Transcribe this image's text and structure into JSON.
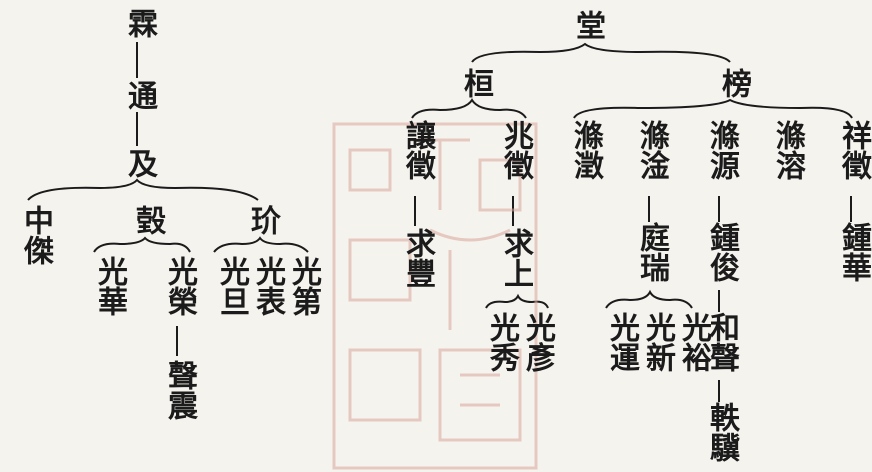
{
  "tree_left": {
    "top": "霖",
    "second": "通",
    "third": "及",
    "children": [
      "中傑",
      "㲄",
      "玠"
    ],
    "gu_children": [
      "光華",
      "光榮"
    ],
    "gu_grand": "聲震",
    "jie_children": [
      "光旦",
      "光表",
      "光第"
    ]
  },
  "tree_right": {
    "root": "堂",
    "heng": "桓",
    "bang": "榜",
    "heng_children": [
      "讓徵",
      "兆徵"
    ],
    "rang_child": "求豐",
    "zhao_child": "求上",
    "qiushang_children": [
      "光秀",
      "光彥"
    ],
    "bang_children": [
      "滌澂",
      "滌淦",
      "滌源",
      "滌溶",
      "祥徵"
    ],
    "tinggan_line": [
      "庭瑞"
    ],
    "tingrui_children": [
      "光運",
      "光新",
      "光裕"
    ],
    "yuan_line": [
      "鍾俊",
      "和聲",
      "軼驥"
    ],
    "xiang_line": [
      "鍾華"
    ]
  },
  "colors": {
    "ink": "#1b1b1b",
    "paper": "#f5f3ee",
    "seal": "#d9a69c"
  }
}
